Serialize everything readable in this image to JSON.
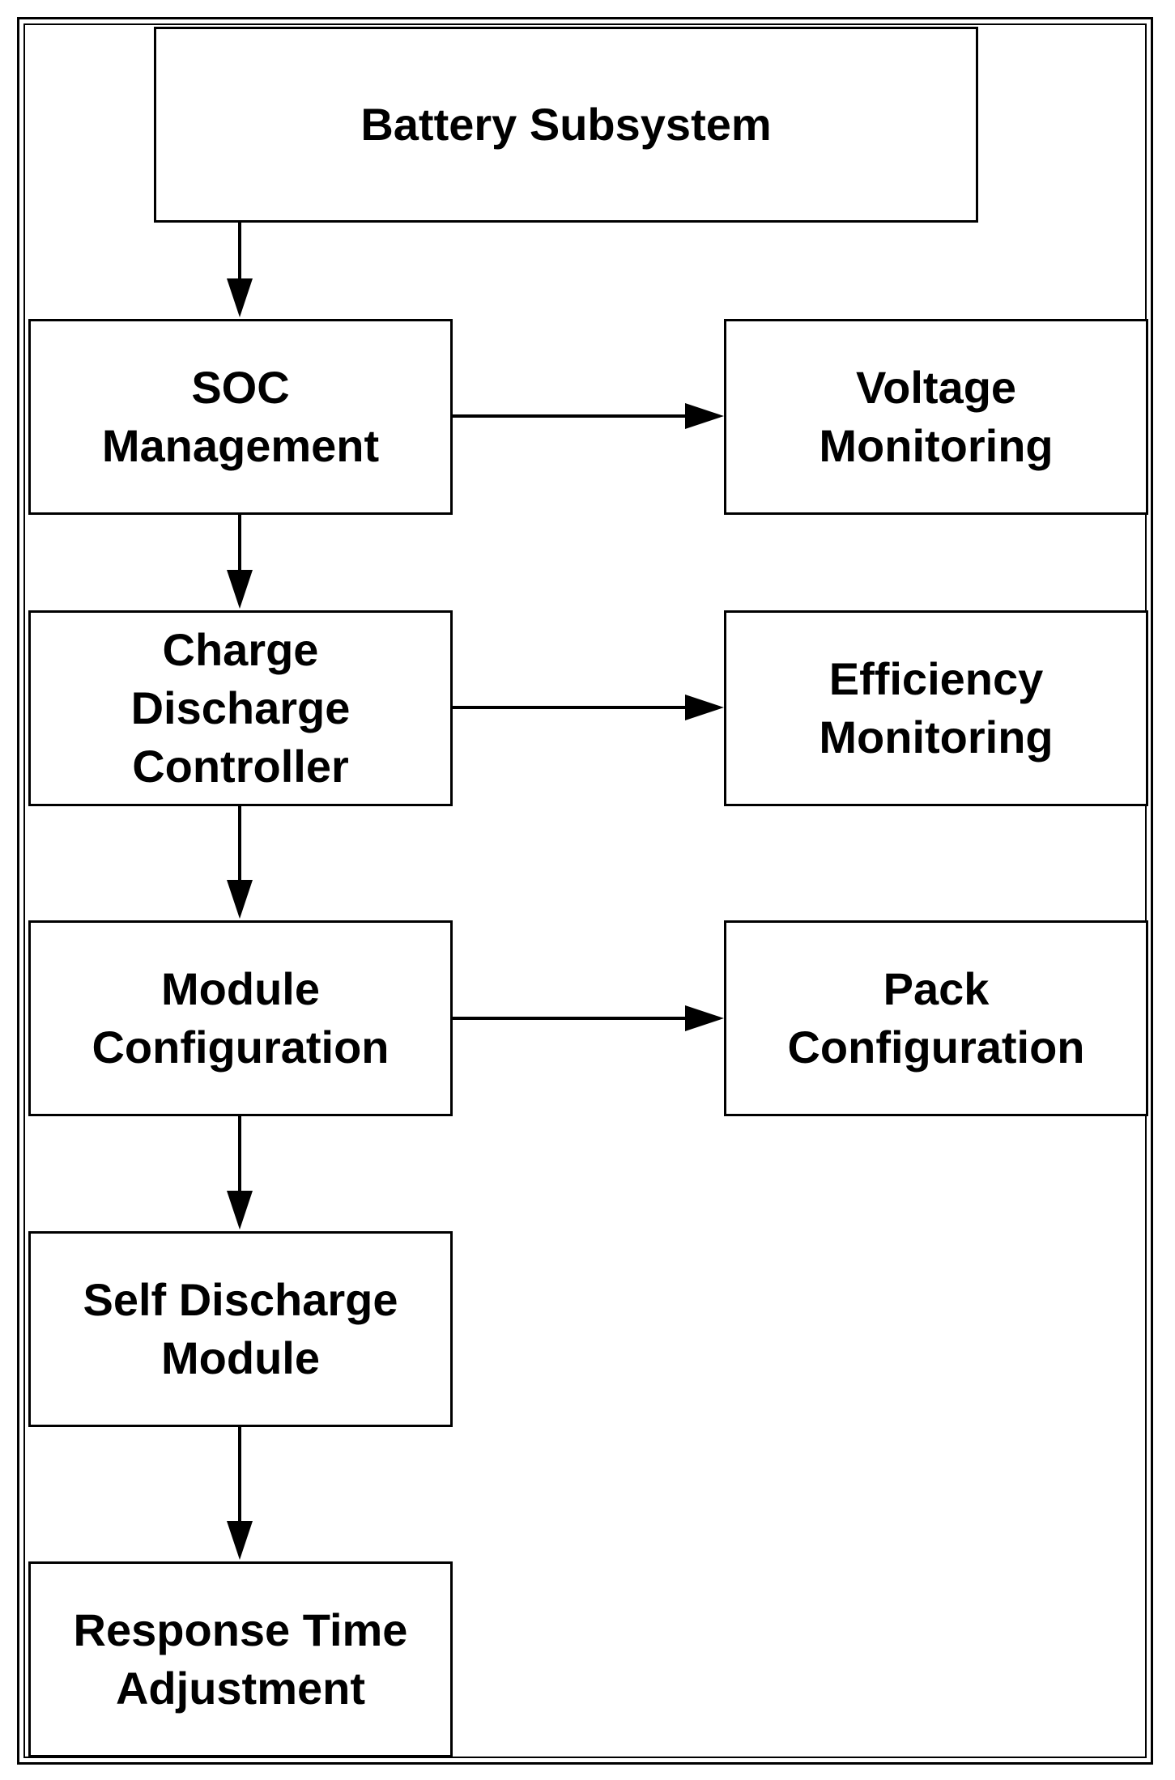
{
  "diagram": {
    "nodes": [
      {
        "id": "battery_subsystem",
        "label": "Battery Subsystem"
      },
      {
        "id": "soc_management",
        "label": "SOC\nManagement"
      },
      {
        "id": "voltage_monitoring",
        "label": "Voltage\nMonitoring"
      },
      {
        "id": "charge_discharge_controller",
        "label": "Charge\nDischarge\nController"
      },
      {
        "id": "efficiency_monitoring",
        "label": "Efficiency\nMonitoring"
      },
      {
        "id": "module_configuration",
        "label": "Module\nConfiguration"
      },
      {
        "id": "pack_configuration",
        "label": "Pack\nConfiguration"
      },
      {
        "id": "self_discharge_module",
        "label": "Self Discharge\nModule"
      },
      {
        "id": "response_time_adjustment",
        "label": "Response Time\nAdjustment"
      }
    ],
    "edges": [
      {
        "from": "battery_subsystem",
        "to": "soc_management"
      },
      {
        "from": "soc_management",
        "to": "voltage_monitoring"
      },
      {
        "from": "soc_management",
        "to": "charge_discharge_controller"
      },
      {
        "from": "charge_discharge_controller",
        "to": "efficiency_monitoring"
      },
      {
        "from": "charge_discharge_controller",
        "to": "module_configuration"
      },
      {
        "from": "module_configuration",
        "to": "pack_configuration"
      },
      {
        "from": "module_configuration",
        "to": "self_discharge_module"
      },
      {
        "from": "self_discharge_module",
        "to": "response_time_adjustment"
      }
    ]
  }
}
